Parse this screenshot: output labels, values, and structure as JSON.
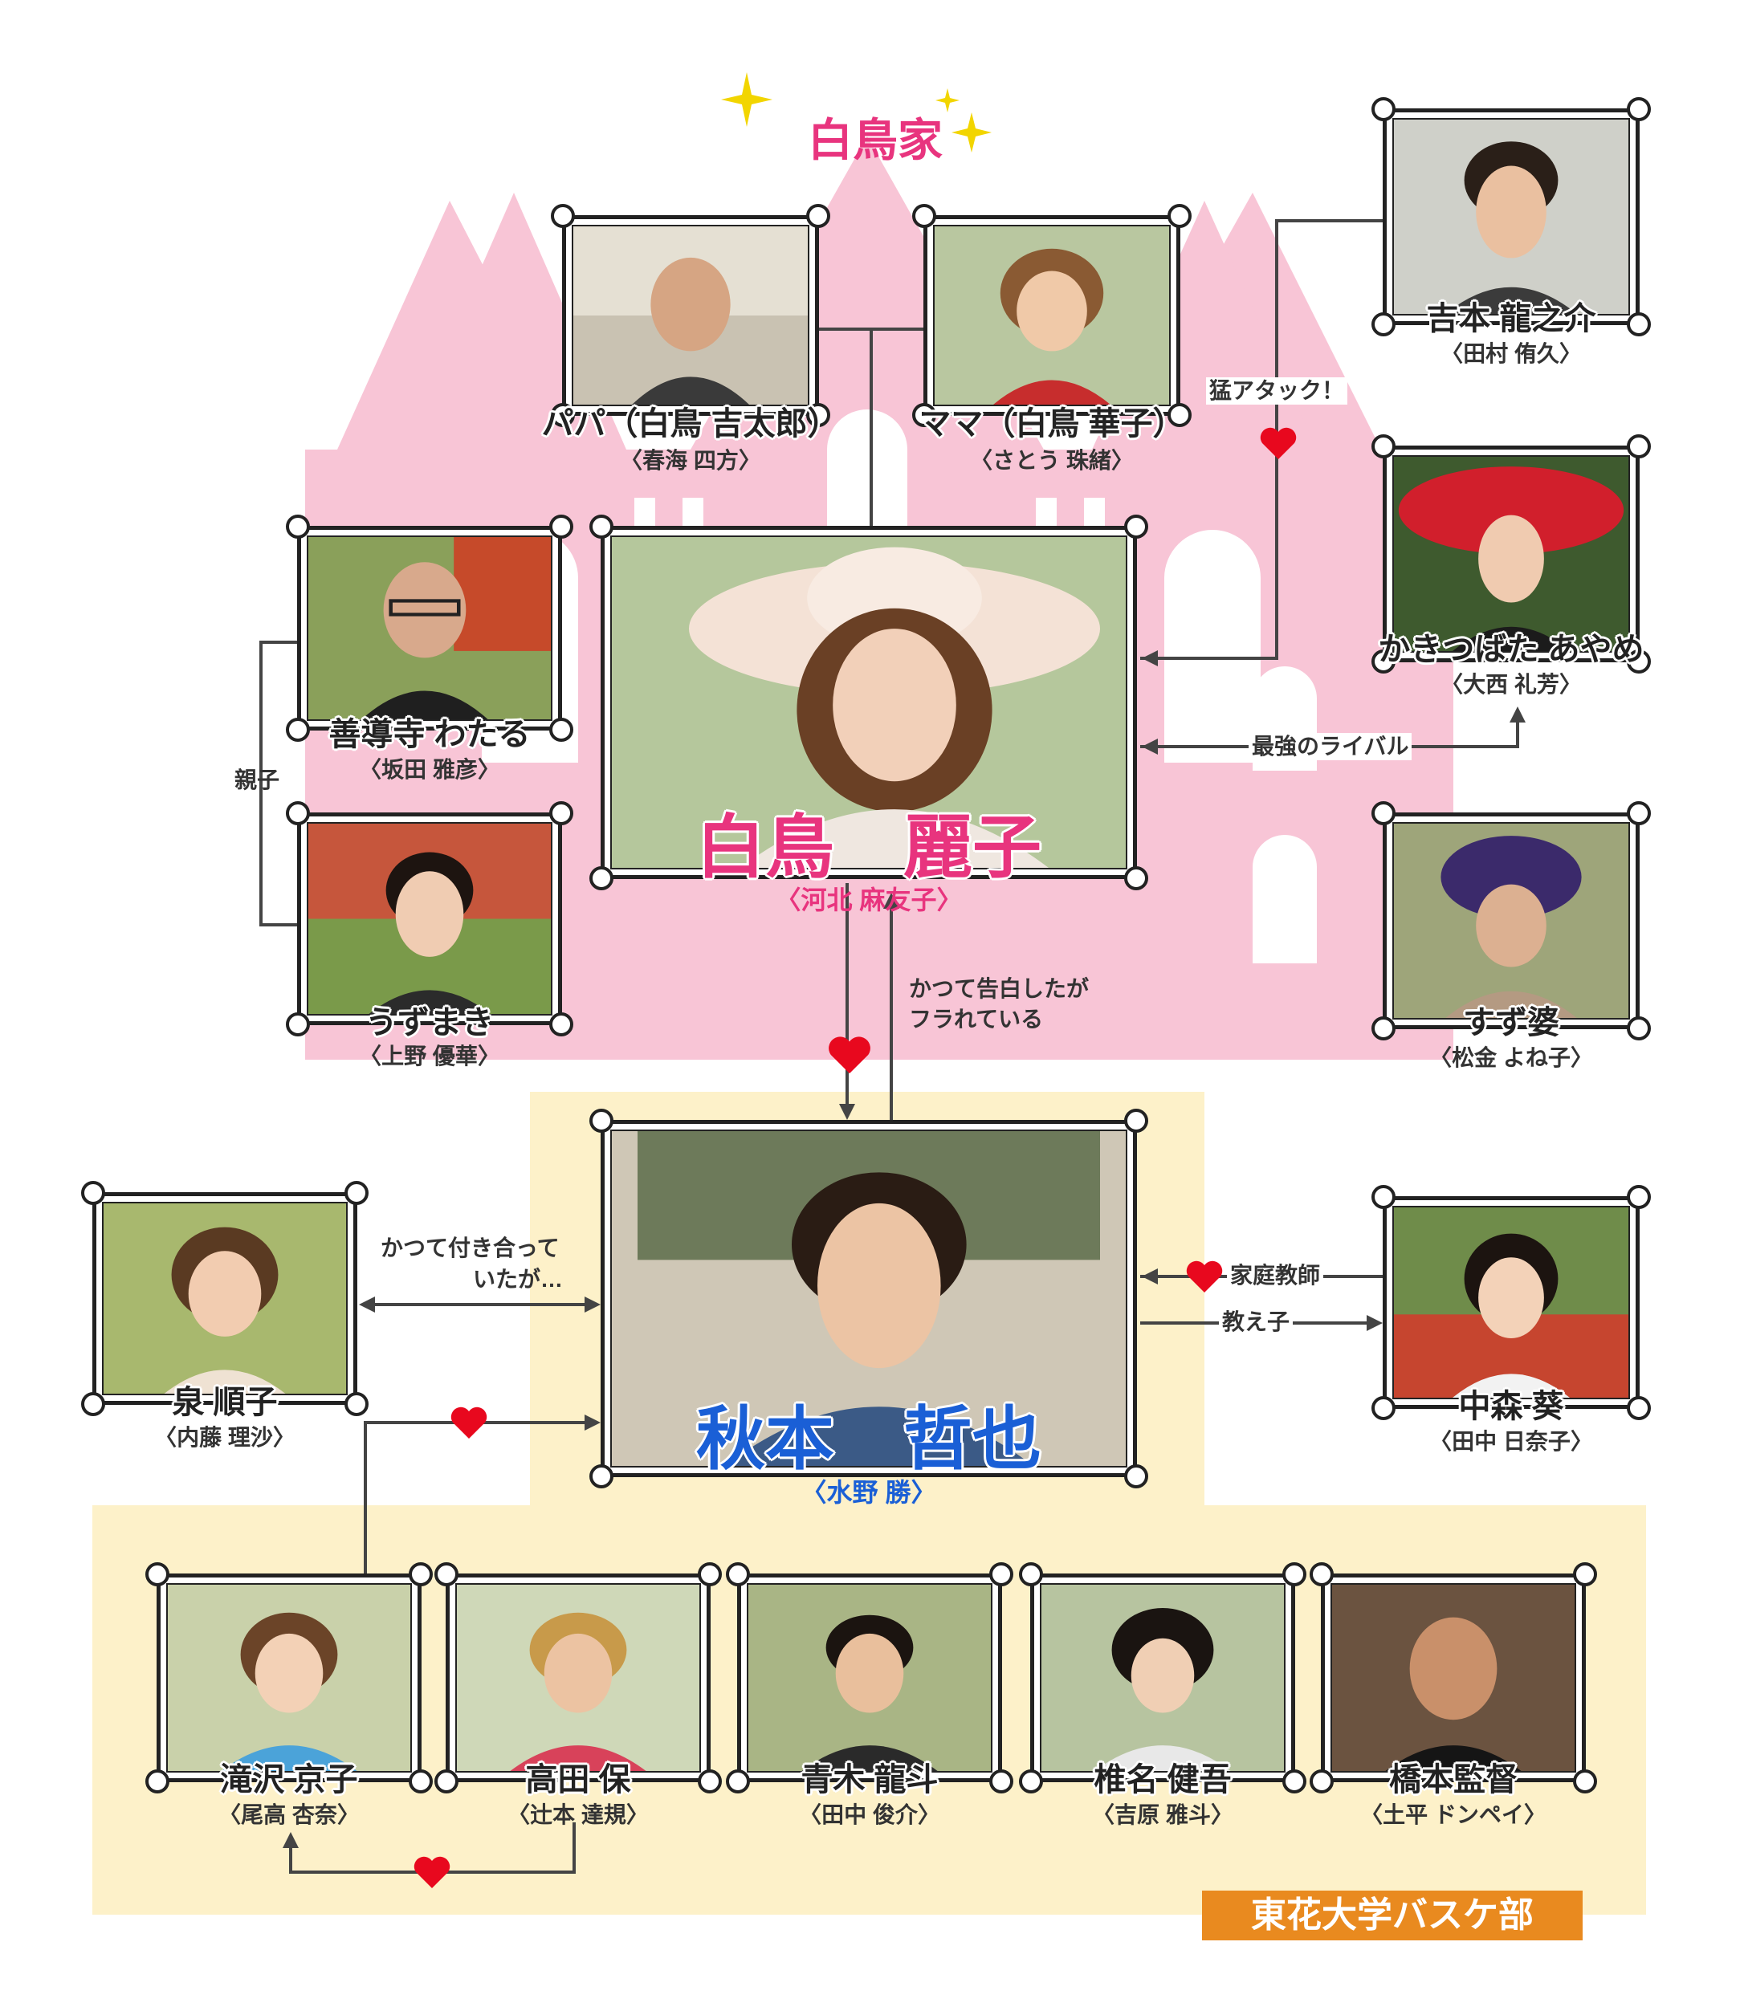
{
  "diagram": {
    "family_title": "白鳥家",
    "team_title": "東花大学バスケ部",
    "colors": {
      "castle": "#f8c5d6",
      "team_bg": "#fdf1c9",
      "heart": "#e8081e",
      "pink_name": "#e8347e",
      "blue_name": "#1a5fd6",
      "orange_label": "#e98a1f"
    },
    "people": {
      "papa": {
        "name": "パパ（白鳥 吉太郎）",
        "actor": "〈春海 四方〉"
      },
      "mama": {
        "name": "ママ（白鳥 華子）",
        "actor": "〈さとう 珠緒〉"
      },
      "yoshimoto": {
        "name": "吉本 龍之介",
        "actor": "〈田村 侑久〉"
      },
      "kakitsubata": {
        "name": "かきつばた あやめ",
        "actor": "〈大西 礼芳〉"
      },
      "zendoji": {
        "name": "善導寺 わたる",
        "actor": "〈坂田 雅彦〉"
      },
      "uzumaki": {
        "name": "うずまき",
        "actor": "〈上野 優華〉"
      },
      "reiko": {
        "name": "白鳥　麗子",
        "actor": "〈河北 麻友子〉"
      },
      "suzu": {
        "name": "すず婆",
        "actor": "〈松金 よね子〉"
      },
      "tetsuya": {
        "name": "秋本　哲也",
        "actor": "〈水野 勝〉"
      },
      "izumi": {
        "name": "泉 順子",
        "actor": "〈内藤 理沙〉"
      },
      "nakamori": {
        "name": "中森 葵",
        "actor": "〈田中 日奈子〉"
      },
      "takizawa": {
        "name": "滝沢 京子",
        "actor": "〈尾高 杏奈〉"
      },
      "takada": {
        "name": "高田 保",
        "actor": "〈辻本 達規〉"
      },
      "aoki": {
        "name": "青木 龍斗",
        "actor": "〈田中 俊介〉"
      },
      "shiina": {
        "name": "椎名 健吾",
        "actor": "〈吉原 雅斗〉"
      },
      "hashimoto": {
        "name": "橋本監督",
        "actor": "〈土平 ドンペイ〉"
      }
    },
    "relations": {
      "oya_ko": "親子",
      "mou_attack": "猛アタック！",
      "saikyou_rival": "最強のライバル",
      "kokuhaku_1": "かつて告白したが",
      "kokuhaku_2": "フラれている",
      "tsukiatte_1": "かつて付き合って",
      "tsukiatte_2": "いたが…",
      "katei_kyoushi": "家庭教師",
      "oshiego": "教え子"
    }
  }
}
